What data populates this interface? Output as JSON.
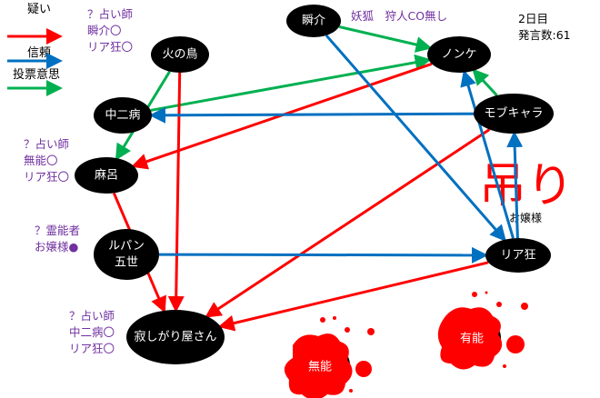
{
  "legend": [
    {
      "label": "疑い",
      "color": "#ff0000"
    },
    {
      "label": "信頼",
      "color": "#0070c0"
    },
    {
      "label": "投票意思",
      "color": "#00b050"
    }
  ],
  "info": {
    "day": "2日目",
    "post_count": "発言数:61"
  },
  "nodes": [
    {
      "id": "hinotori",
      "label": "火の鳥"
    },
    {
      "id": "shunsuke",
      "label": "瞬介"
    },
    {
      "id": "nonke",
      "label": "ノンケ"
    },
    {
      "id": "chuuni",
      "label": "中二病"
    },
    {
      "id": "mob",
      "label": "モブキャラ"
    },
    {
      "id": "maro",
      "label": "麻呂"
    },
    {
      "id": "lupin",
      "label": "ルパン",
      "label2": "五世"
    },
    {
      "id": "riakyo",
      "label": "リア狂"
    },
    {
      "id": "sabishi",
      "label": "寂しがり屋さん"
    }
  ],
  "notes": {
    "hinotori": [
      "？占い師",
      "瞬介〇",
      "リア狂〇"
    ],
    "shunsuke": [
      "妖狐　狩人CO無し"
    ],
    "maro": [
      "？占い師",
      "無能〇",
      "リア狂〇"
    ],
    "lupin": [
      "？霊能者",
      "お嬢様●"
    ],
    "sabishi": [
      "？占い師",
      "中二病〇",
      "リア狂〇"
    ]
  },
  "hanged": {
    "mark": "吊り",
    "name": "お嬢様"
  },
  "dead": [
    {
      "label": "無能"
    },
    {
      "label": "有能"
    }
  ],
  "edges": [
    {
      "from": "shunsuke",
      "to": "nonke",
      "type": "vote"
    },
    {
      "from": "chuuni",
      "to": "nonke",
      "type": "vote"
    },
    {
      "from": "hinotori",
      "to": "maro",
      "type": "vote"
    },
    {
      "from": "mob",
      "to": "nonke",
      "type": "vote"
    },
    {
      "from": "hinotori",
      "to": "sabishi",
      "type": "doubt"
    },
    {
      "from": "maro",
      "to": "sabishi",
      "type": "doubt"
    },
    {
      "from": "nonke",
      "to": "maro",
      "type": "doubt"
    },
    {
      "from": "mob",
      "to": "sabishi",
      "type": "doubt"
    },
    {
      "from": "riakyo",
      "to": "sabishi",
      "type": "doubt"
    },
    {
      "from": "mob",
      "to": "chuuni",
      "type": "trust"
    },
    {
      "from": "shunsuke",
      "to": "riakyo",
      "type": "trust"
    },
    {
      "from": "riakyo",
      "to": "nonke",
      "type": "trust"
    },
    {
      "from": "riakyo",
      "to": "mob",
      "type": "trust"
    },
    {
      "from": "lupin",
      "to": "riakyo",
      "type": "trust"
    }
  ],
  "colors": {
    "doubt": "#ff0000",
    "trust": "#0070c0",
    "vote": "#00b050",
    "note": "#7030a0"
  }
}
